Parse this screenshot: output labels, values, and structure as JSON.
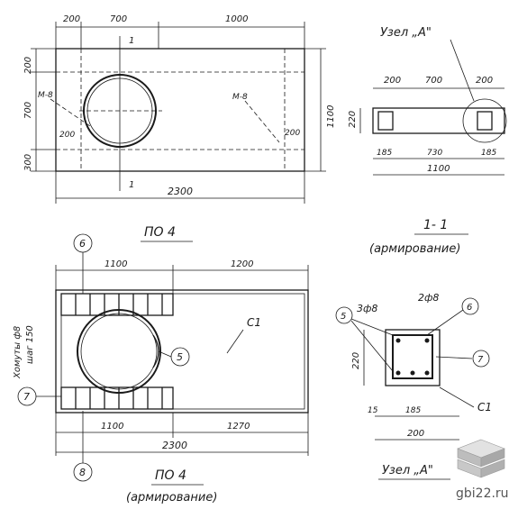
{
  "top_plan": {
    "dims_top": [
      "200",
      "700",
      "1000"
    ],
    "dims_left": [
      "200",
      "700",
      "300"
    ],
    "dim_right": "1100",
    "dim_bottom": "2300",
    "markers": [
      "M-8",
      "M-8"
    ],
    "edge_200_left": "200",
    "edge_200_right": "200",
    "section_mark_top": "1",
    "section_mark_bottom": "1",
    "caption": "ПО 4"
  },
  "section_1_1": {
    "title": "Узел „А\"",
    "dims_top": [
      "200",
      "700",
      "200"
    ],
    "dim_height": "220",
    "dims_bottom": [
      "185",
      "730",
      "185"
    ],
    "dim_total": "1100",
    "caption_line1": "1- 1",
    "caption_line2": "(армирование)"
  },
  "reinf_plan": {
    "callouts": [
      "6",
      "5",
      "7",
      "8"
    ],
    "dims_top": [
      "1100",
      "1200"
    ],
    "dims_bottom": [
      "1100",
      "1270"
    ],
    "dim_total": "2300",
    "side_note_line1": "Хомуты ф8",
    "side_note_line2": "шаг 150",
    "mesh_label": "С1",
    "caption_line1": "ПО 4",
    "caption_line2": "(армирование)"
  },
  "node_a": {
    "bars_left": "3ф8",
    "bars_right": "2ф8",
    "callouts": [
      "5",
      "6",
      "7"
    ],
    "dim_height": "220",
    "dims_bottom": [
      "15",
      "185"
    ],
    "dim_200": "200",
    "mesh_label": "С1",
    "caption": "Узел „А\""
  },
  "logo": {
    "text": "gbi22.ru"
  }
}
